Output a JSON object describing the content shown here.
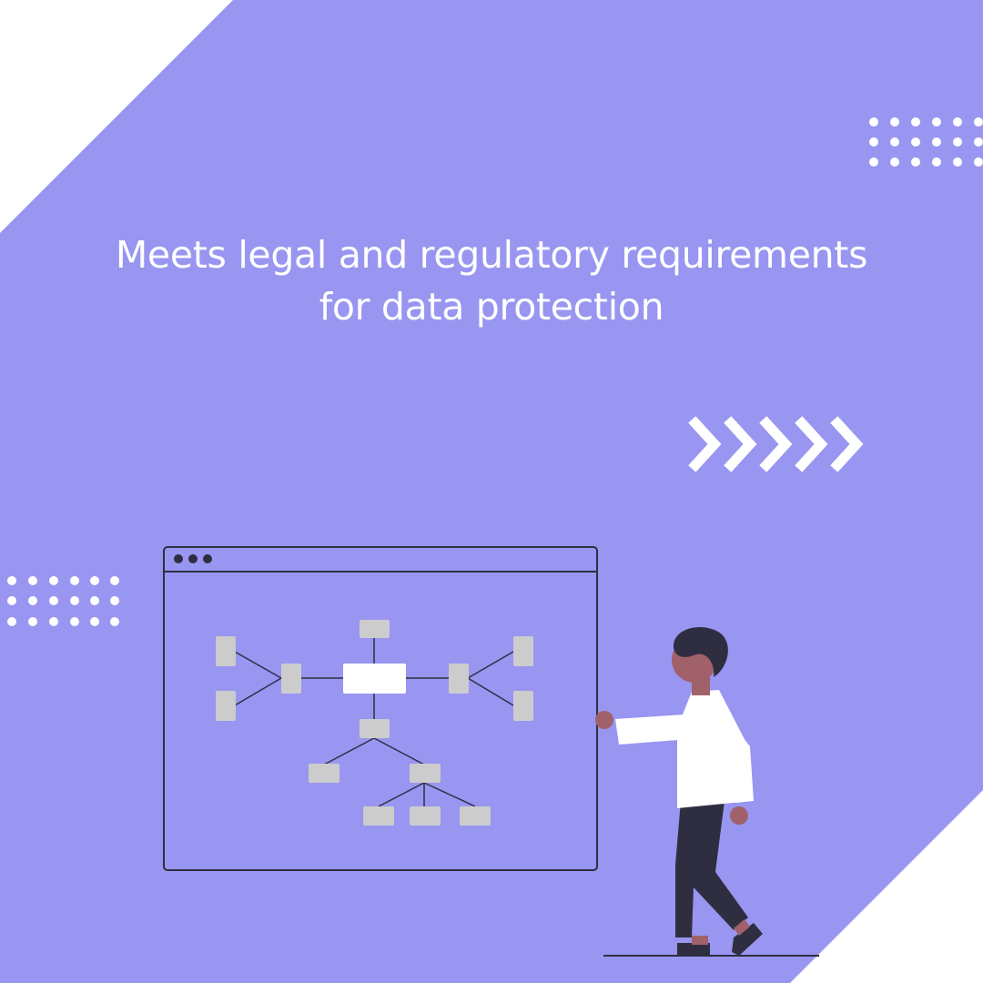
{
  "headline": {
    "line1": "Meets legal and regulatory requirements",
    "line2": "for data protection"
  },
  "colors": {
    "background": "#9896f1",
    "accent": "#ffffff",
    "ink": "#2f2e41",
    "skin": "#a0616a",
    "node": "#cccccc"
  },
  "decorations": {
    "dot_grid_top_right": "dot-grid",
    "dot_grid_left": "dot-grid",
    "chevrons": {
      "icon": "chevron-right-icon",
      "count": 5
    }
  },
  "illustration": {
    "browser_window": "browser-window-icon",
    "diagram": "tree-diagram",
    "person": "person-pointing"
  }
}
